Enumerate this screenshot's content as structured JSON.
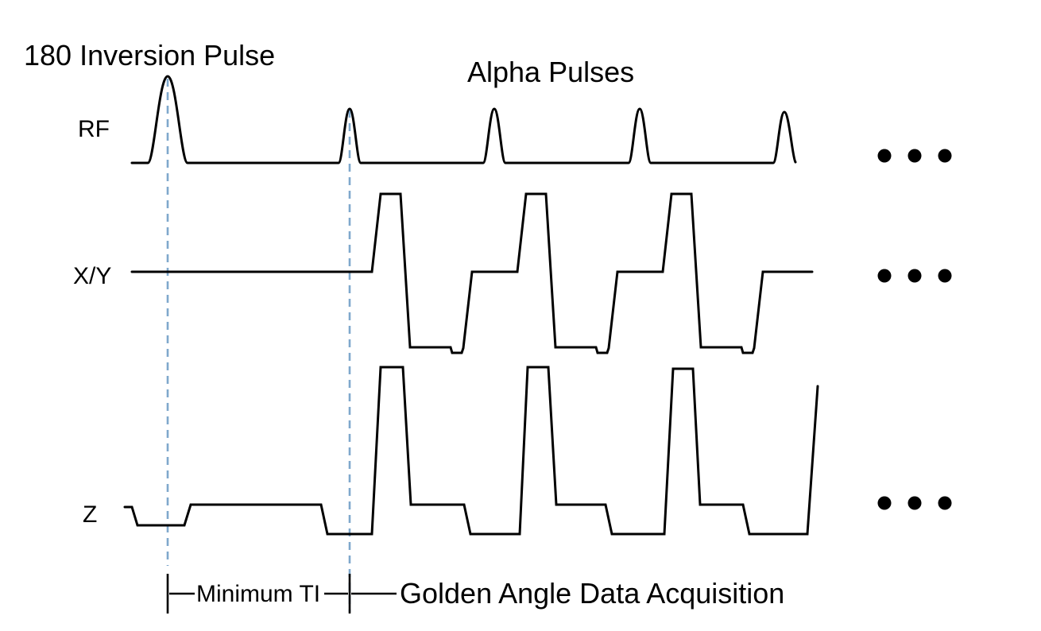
{
  "diagram": {
    "type": "mri-pulse-sequence-timing-diagram",
    "annotations": {
      "inversion_pulse_label": "180 Inversion Pulse",
      "alpha_pulses_label": "Alpha Pulses",
      "minimum_ti_label": "Minimum TI",
      "acquisition_label": "Golden Angle Data Acquisition"
    },
    "rows": [
      {
        "label": "RF"
      },
      {
        "label": "X/Y"
      },
      {
        "label": "Z"
      }
    ],
    "counts": {
      "alpha_pulses_visible": 4,
      "gradient_lobes_visible": 3,
      "continuation_dot_rows": 3,
      "dots_per_row": 3
    },
    "colors": {
      "trace": "#000000",
      "dashed_marker": "#7fa8cc",
      "background": "#ffffff"
    }
  }
}
